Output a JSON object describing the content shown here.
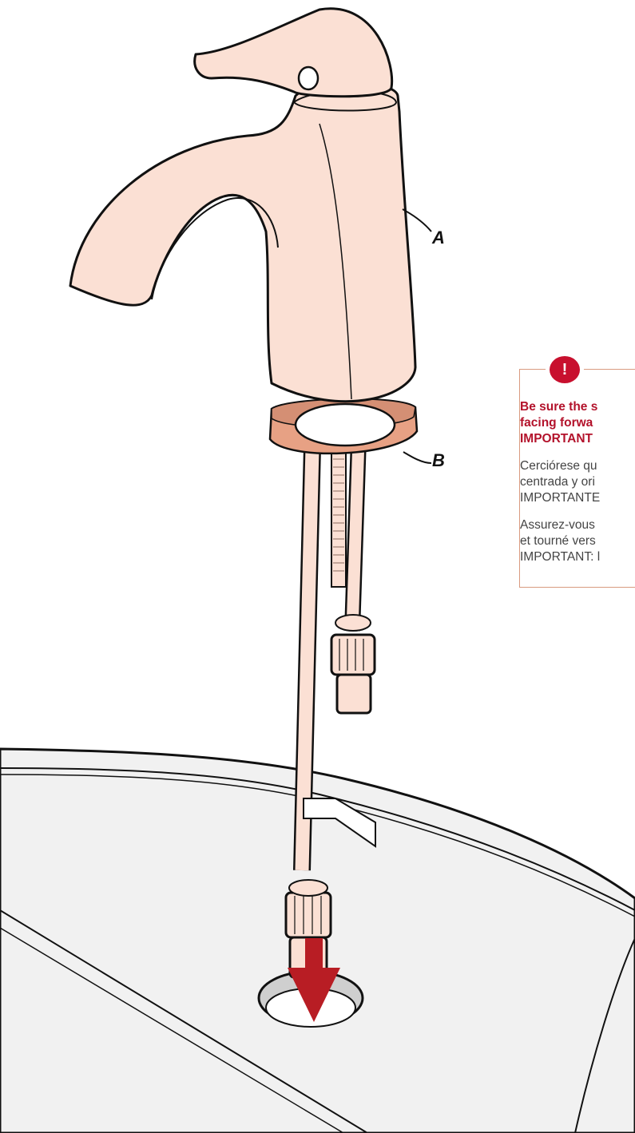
{
  "callouts": {
    "a": "A",
    "b": "B"
  },
  "warning": {
    "badge": "!",
    "en_lines": [
      "Be sure the s",
      "facing forwa",
      "IMPORTANT"
    ],
    "es_lines": [
      "Cerciórese qu",
      "centrada y ori",
      "IMPORTANTE"
    ],
    "fr_lines": [
      "Assurez-vous",
      "et tourné vers",
      "IMPORTANT: l"
    ]
  },
  "colors": {
    "faucet_fill": "#fbe0d4",
    "gasket_fill": "#e7a184",
    "warning_red": "#c8102e",
    "arrow_red": "#b81d24",
    "box_border": "#d99a80",
    "sink_fill": "#f2f2f2"
  }
}
